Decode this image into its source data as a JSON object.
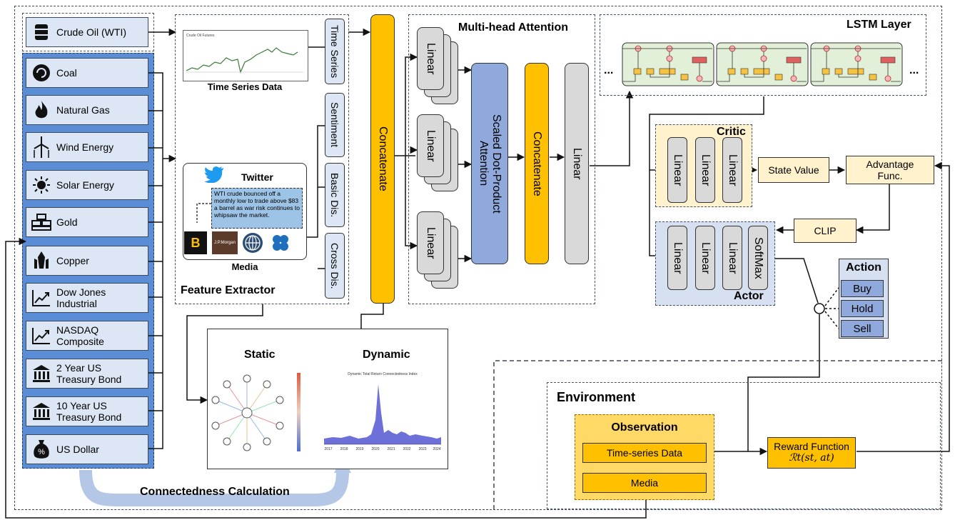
{
  "assets": [
    {
      "label": "Crude Oil (WTI)",
      "icon": "barrel-icon"
    },
    {
      "label": "Coal",
      "icon": "coal-icon"
    },
    {
      "label": "Natural Gas",
      "icon": "flame-icon"
    },
    {
      "label": "Wind Energy",
      "icon": "wind-turbine-icon"
    },
    {
      "label": "Solar Energy",
      "icon": "sun-icon"
    },
    {
      "label": "Gold",
      "icon": "gold-bars-icon"
    },
    {
      "label": "Copper",
      "icon": "copper-crystal-icon"
    },
    {
      "label": "Dow Jones\nIndustrial",
      "icon": "line-chart-icon"
    },
    {
      "label": "NASDAQ\nComposite",
      "icon": "line-chart-icon"
    },
    {
      "label": "2 Year US\nTreasury Bond",
      "icon": "bank-icon"
    },
    {
      "label": "10 Year US\nTreasury Bond",
      "icon": "bank-icon"
    },
    {
      "label": "US Dollar",
      "icon": "money-bag-icon"
    }
  ],
  "feature_extractor": {
    "title": "Feature Extractor",
    "time_series_caption": "Time Series Data",
    "media_caption": "Media",
    "twitter_label": "Twitter",
    "tweet_text": "WTI crude bounced off a monthly low to trade above $83 a barrel as war risk continues to whipsaw the market.",
    "features": [
      "Time Series",
      "Sentiment",
      "Basic Dis.",
      "Cross Dis."
    ],
    "media_logos": [
      "B",
      "J.P.Morgan"
    ]
  },
  "concatenate_label": "Concatenate",
  "attention": {
    "title": "Multi-head Attention",
    "linear_label": "Linear",
    "scaled_label": "Scaled Dot-Product\nAttention",
    "concat_label": "Concatenate",
    "out_linear_label": "Linear"
  },
  "lstm": {
    "title": "LSTM Layer",
    "ellipsis": "..."
  },
  "critic": {
    "title": "Critic",
    "layers": [
      "Linear",
      "Linear",
      "Linear"
    ]
  },
  "actor": {
    "title": "Actor",
    "layers": [
      "Linear",
      "Linear",
      "Linear",
      "SoftMax"
    ]
  },
  "state_value": "State Value",
  "advantage": "Advantage\nFunc.",
  "clip": "CLIP",
  "action": {
    "title": "Action",
    "items": [
      "Buy",
      "Hold",
      "Sell"
    ]
  },
  "connectedness": {
    "static_label": "Static",
    "dynamic_label": "Dynamic",
    "calc_label": "Connectedness Calculation",
    "dynamic_chart_title": "Dynamic Total Return Connectedness Index",
    "year_ticks": [
      "2017",
      "2018",
      "2019",
      "2020",
      "2021",
      "2022",
      "2023",
      "2024"
    ]
  },
  "environment": {
    "title": "Environment",
    "observation_title": "Observation",
    "time_series": "Time-series Data",
    "media": "Media",
    "reward_label": "Reward Function",
    "reward_formula": "ℛt(st, at)"
  },
  "colors": {
    "asset_fill": "#dce6f4",
    "asset_panel": "#5b8dd6",
    "orange": "#ffc000",
    "linear_gray": "#d9d9d9",
    "attention_blue": "#8fa9dc",
    "critic_fill": "#fff2cc",
    "actor_fill": "#d6e0f0",
    "lstm_green": "#e2efd9"
  }
}
